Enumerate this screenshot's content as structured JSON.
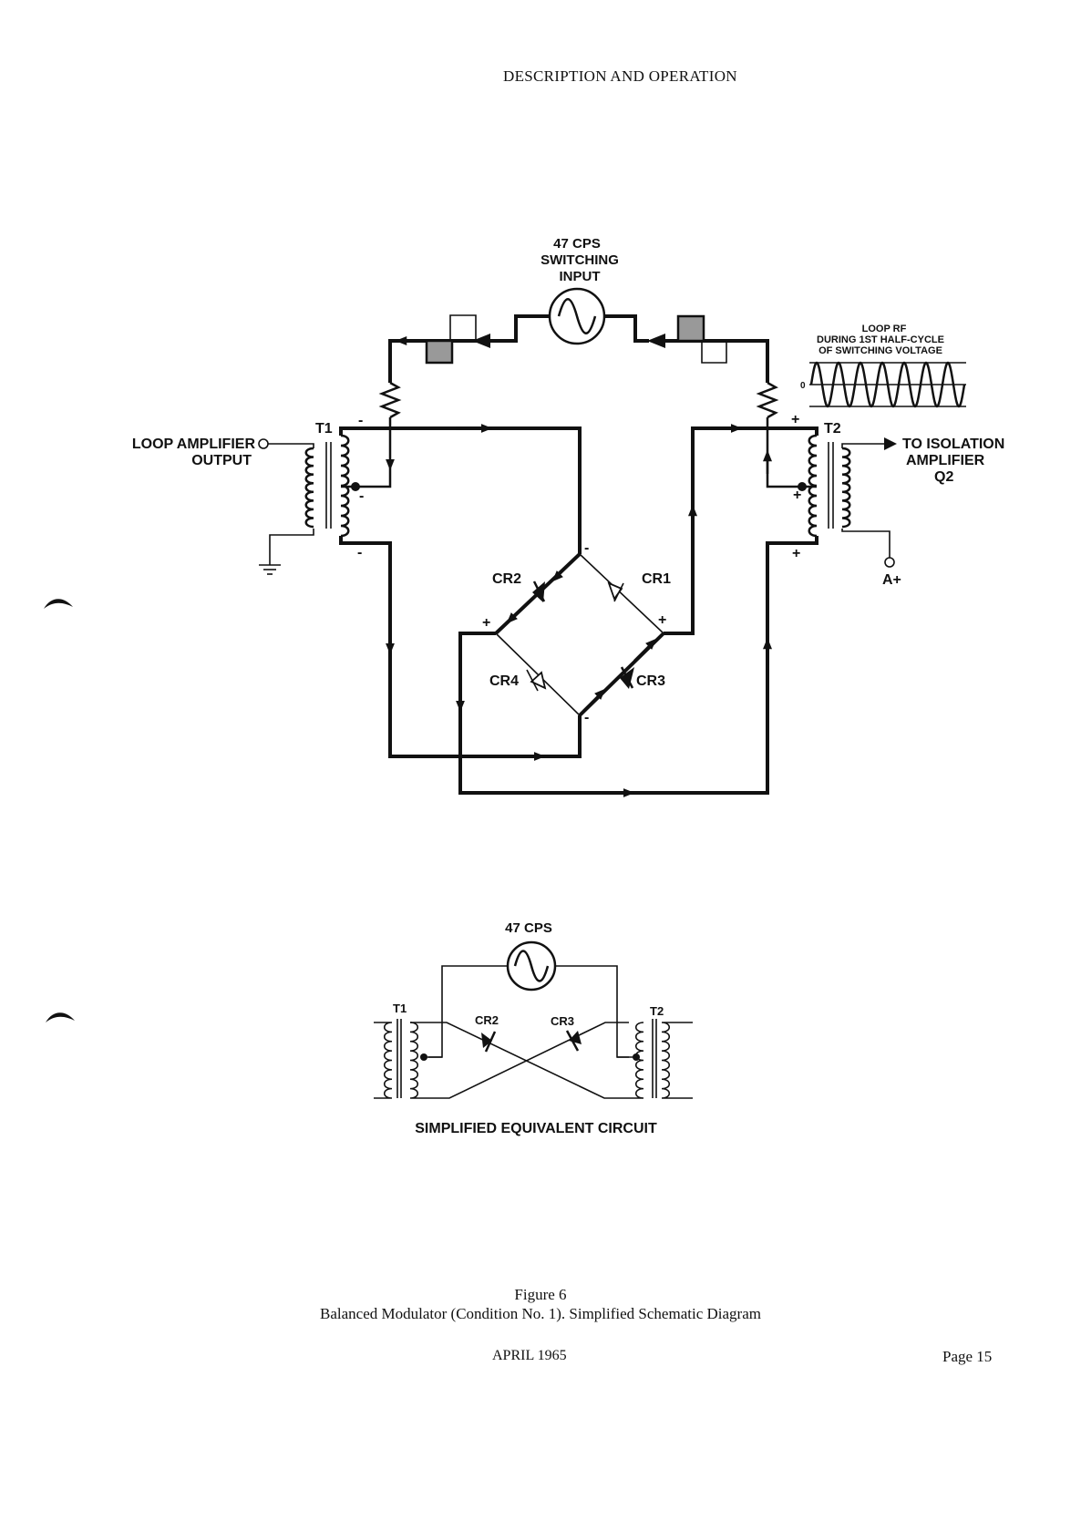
{
  "header": {
    "title": "DESCRIPTION AND OPERATION"
  },
  "schematic": {
    "switching_input": [
      "47 CPS",
      "SWITCHING",
      "INPUT"
    ],
    "loop_rf": [
      "LOOP RF",
      "DURING 1ST HALF-CYCLE",
      "OF SWITCHING VOLTAGE"
    ],
    "t1_label": "T1",
    "t2_label": "T2",
    "input_label": [
      "LOOP AMPLIFIER",
      "OUTPUT"
    ],
    "output_label": [
      "TO ISOLATION",
      "AMPLIFIER",
      "Q2"
    ],
    "supply_label": "A+",
    "diodes": [
      "CR1",
      "CR2",
      "CR3",
      "CR4"
    ],
    "plus": "+",
    "minus": "-",
    "zero": "0"
  },
  "equivalent": {
    "source_label": "47 CPS",
    "t1_label": "T1",
    "t2_label": "T2",
    "cr2_label": "CR2",
    "cr3_label": "CR3",
    "title": "SIMPLIFIED EQUIVALENT CIRCUIT"
  },
  "caption": {
    "figure": "Figure 6",
    "text": "Balanced Modulator (Condition No. 1). Simplified Schematic Diagram"
  },
  "footer": {
    "date": "APRIL 1965",
    "page": "Page 15"
  }
}
